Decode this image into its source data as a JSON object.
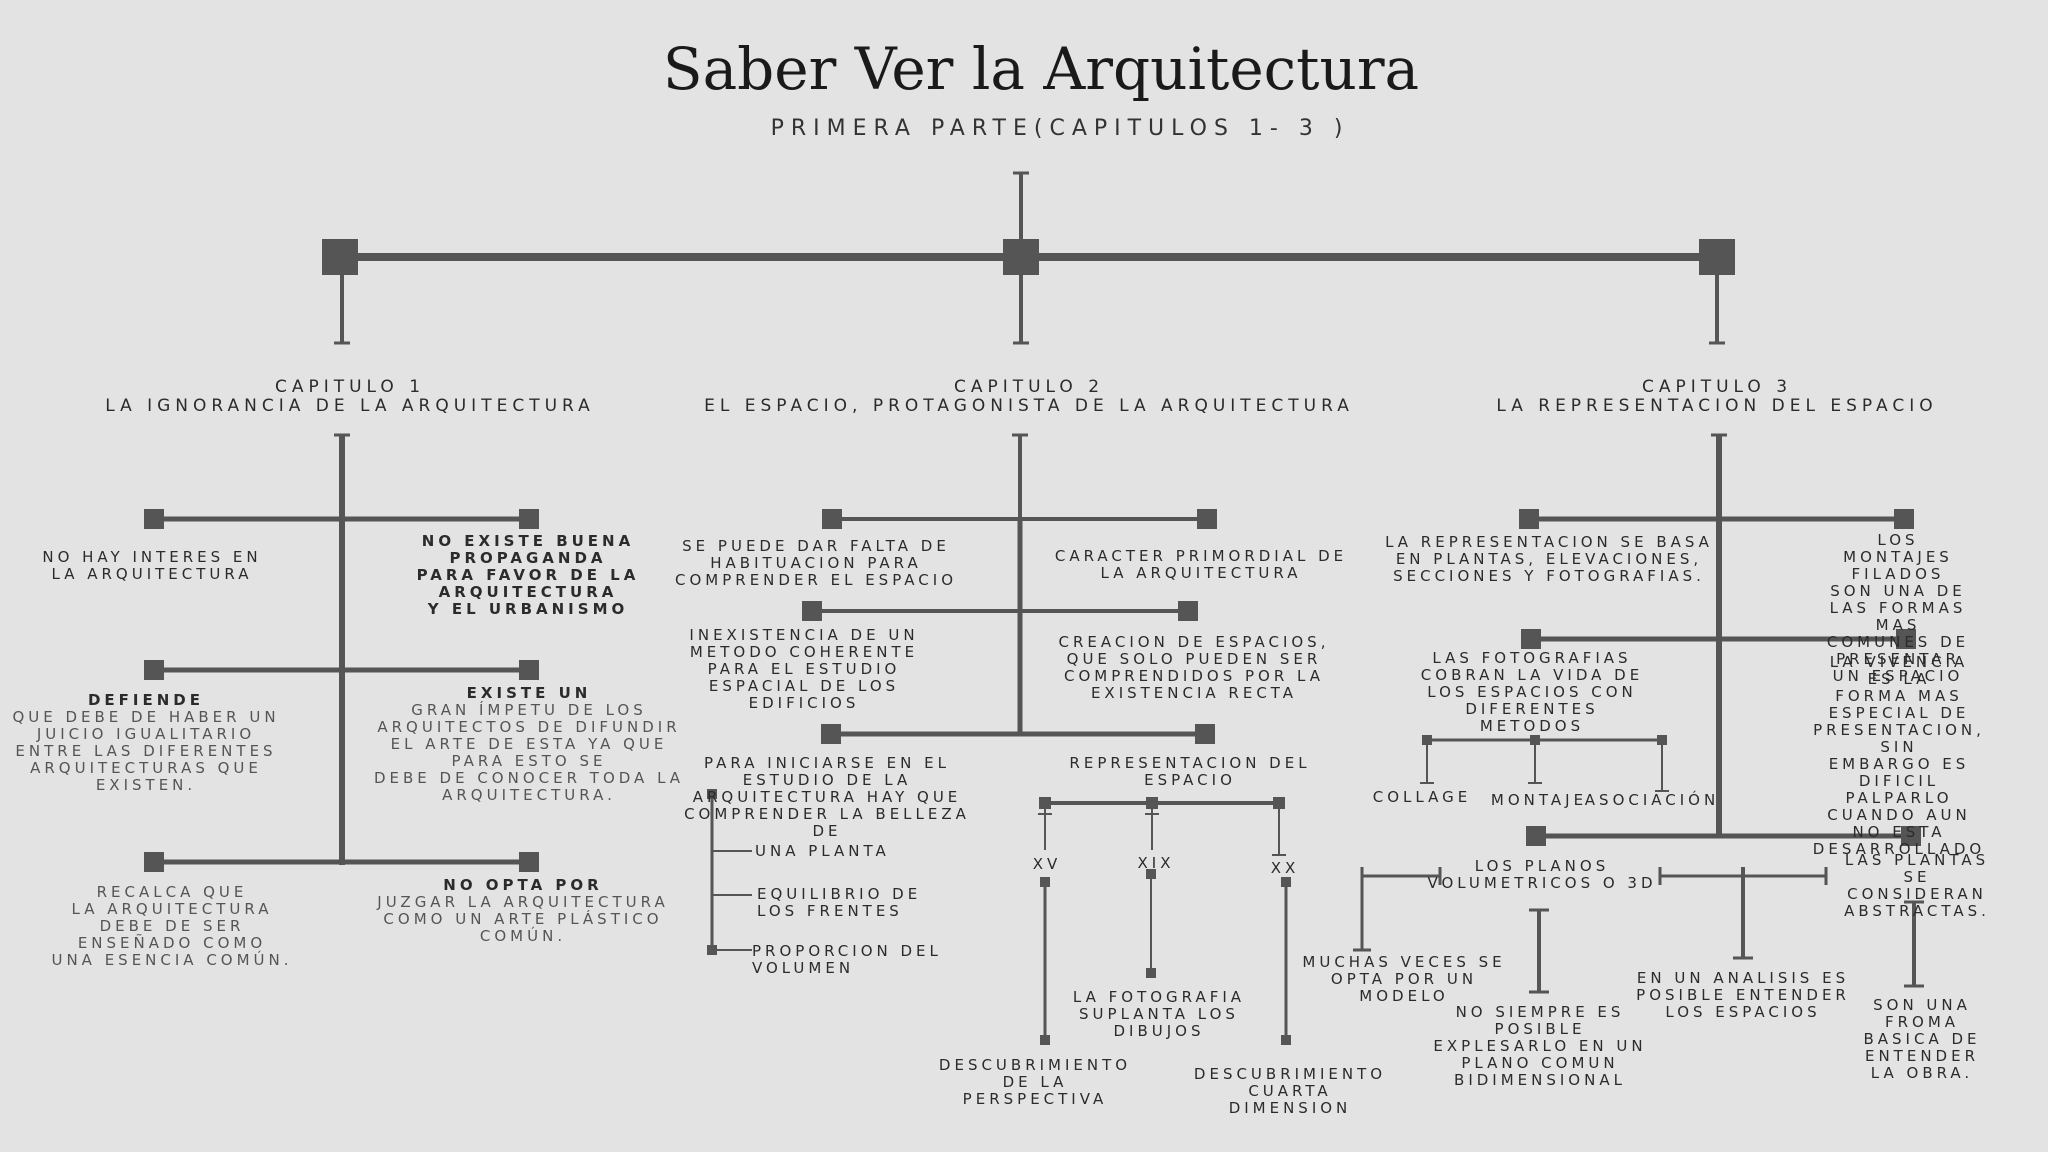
{
  "title": "Saber Ver la Arquitectura",
  "subtitle": "PRIMERA PARTE(CAPITULOS 1- 3 )",
  "colors": {
    "background": "#e3e3e3",
    "line": "#555555",
    "text": "#2b2b2b"
  },
  "chapters": [
    {
      "heading": "CAPITULO 1",
      "subheading": "LA IGNORANCIA DE LA ARQUITECTURA"
    },
    {
      "heading": "CAPITULO 2",
      "subheading": "EL ESPACIO, PROTAGONISTA DE LA ARQUITECTURA"
    },
    {
      "heading": "CAPITULO 3",
      "subheading": "LA REPRESENTACION DEL ESPACIO"
    }
  ],
  "ch1": {
    "n1": "NO HAY INTERES EN\nLA ARQUITECTURA",
    "n2": "NO EXISTE BUENA\nPROPAGANDA\nPARA FAVOR DE LA\nARQUITECTURA\nY EL URBANISMO",
    "n3_title": "DEFIENDE",
    "n3": "QUE DEBE DE HABER UN\nJUICIO IGUALITARIO\nENTRE LAS DIFERENTES\nARQUITECTURAS QUE\nEXISTEN.",
    "n4_title": "EXISTE UN",
    "n4": "GRAN ÍMPETU DE LOS\nARQUITECTOS DE DIFUNDIR\nEL ARTE DE ESTA YA QUE\nPARA ESTO SE\nDEBE DE CONOCER TODA LA\nARQUITECTURA.",
    "n5": "RECALCA QUE\nLA ARQUITECTURA\nDEBE DE SER\nENSEÑADO COMO\nUNA ESENCIA COMÚN.",
    "n6_title": "NO OPTA POR",
    "n6": "JUZGAR LA ARQUITECTURA\nCOMO UN ARTE PLÁSTICO\nCOMÚN."
  },
  "ch2": {
    "n1": "SE PUEDE DAR FALTA DE\nHABITUACION PARA\nCOMPRENDER EL ESPACIO",
    "n2": "CARACTER PRIMORDIAL DE\nLA ARQUITECTURA",
    "n3": "INEXISTENCIA DE UN\nMETODO COHERENTE\nPARA EL ESTUDIO\nESPACIAL DE LOS\nEDIFICIOS",
    "n4": "CREACION DE ESPACIOS,\nQUE SOLO PUEDEN SER\nCOMPRENDIDOS POR LA\nEXISTENCIA RECTA",
    "n5": "PARA INICIARSE EN EL\nESTUDIO DE LA\nARQUITECTURA HAY QUE\nCOMPRENDER LA BELLEZA\nDE",
    "n5_items": [
      "UNA PLANTA",
      "EQUILIBRIO DE\nLOS FRENTES",
      "PROPORCION DEL\nVOLUMEN"
    ],
    "n6": "REPRESENTACION DEL\nESPACIO",
    "centuries": [
      "XV",
      "XIX",
      "XX"
    ],
    "century_notes": [
      "DESCUBRIMIENTO\nDE LA\nPERSPECTIVA",
      "LA FOTOGRAFIA\nSUPLANTA LOS\nDIBUJOS",
      "DESCUBRIMIENTO\nCUARTA\nDIMENSION"
    ]
  },
  "ch3": {
    "n1": "LA REPRESENTACION SE BASA\nEN PLANTAS, ELEVACIONES,\nSECCIONES Y FOTOGRAFIAS.",
    "n2": "LOS MONTAJES FILADOS\nSON UNA DE LAS FORMAS\nMAS COMUNES DE\nPRESENTAR UN ESPACIO",
    "n3": "LAS FOTOGRAFIAS\nCOBRAN LA VIDA DE\nLOS ESPACIOS CON\nDIFERENTES\nMETODOS",
    "n3_items": [
      "COLLAGE",
      "MONTAJE",
      "ASOCIACIÓN"
    ],
    "n4": "LA VIVENCIA ES LA\nFORMA MAS ESPECIAL DE\nPRESENTACION, SIN\nEMBARGO ES DIFICIL\nPALPARLO CUANDO AUN\nNO ESTA DESARROLLADO",
    "n5": "LOS PLANOS\nVOLUMETRICOS O 3D",
    "n5_subs": [
      "MUCHAS VECES SE\nOPTA POR UN\nMODELO",
      "NO SIEMPRE ES\nPOSIBLE\nEXPLESARLO EN UN\nPLANO COMUN\nBIDIMENSIONAL"
    ],
    "n6": "LAS PLANTAS SE\nCONSIDERAN\nABSTRACTAS.",
    "n6_subs": [
      "EN UN ANALISIS ES\nPOSIBLE ENTENDER\nLOS ESPACIOS",
      "SON UNA FROMA\nBASICA DE\nENTENDER LA OBRA."
    ]
  }
}
